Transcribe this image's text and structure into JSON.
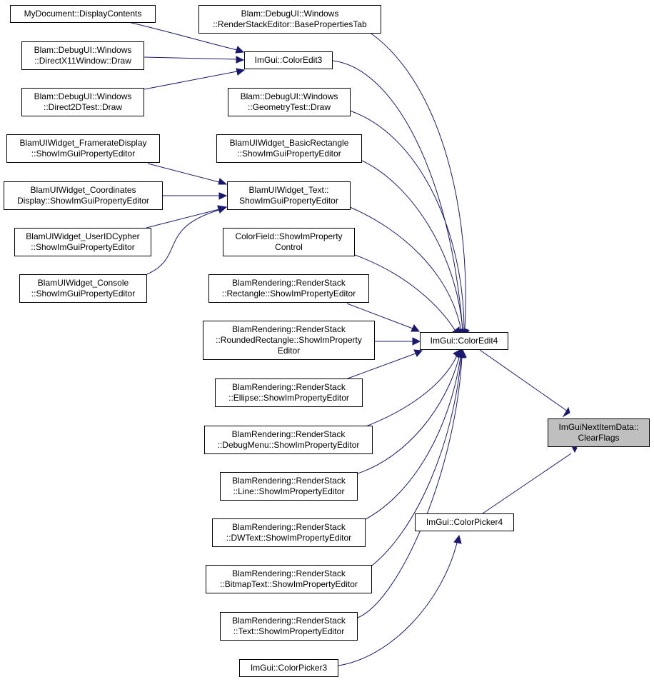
{
  "colors": {
    "edge": "#191970",
    "focus_fill": "#bfbfbf",
    "node_fill": "#ffffff",
    "node_border": "#000000"
  },
  "nodes": [
    {
      "id": "my_document_display_contents",
      "label": "MyDocument::DisplayContents"
    },
    {
      "id": "directx11_window_draw",
      "label": "Blam::DebugUI::Windows\n::DirectX11Window::Draw"
    },
    {
      "id": "direct2d_test_draw",
      "label": "Blam::DebugUI::Windows\n::Direct2DTest::Draw"
    },
    {
      "id": "framerate_display_editor",
      "label": "BlamUIWidget_FramerateDisplay\n::ShowImGuiPropertyEditor"
    },
    {
      "id": "coordinates_display_editor",
      "label": "BlamUIWidget_Coordinates\nDisplay::ShowImGuiPropertyEditor"
    },
    {
      "id": "userid_cypher_editor",
      "label": "BlamUIWidget_UserIDCypher\n::ShowImGuiPropertyEditor"
    },
    {
      "id": "console_editor",
      "label": "BlamUIWidget_Console\n::ShowImGuiPropertyEditor"
    },
    {
      "id": "base_properties_tab",
      "label": "Blam::DebugUI::Windows\n::RenderStackEditor::BasePropertiesTab"
    },
    {
      "id": "color_edit3",
      "label": "ImGui::ColorEdit3"
    },
    {
      "id": "geometry_test_draw",
      "label": "Blam::DebugUI::Windows\n::GeometryTest::Draw"
    },
    {
      "id": "basic_rectangle_editor",
      "label": "BlamUIWidget_BasicRectangle\n::ShowImGuiPropertyEditor"
    },
    {
      "id": "text_widget_editor",
      "label": "BlamUIWidget_Text::\nShowImGuiPropertyEditor"
    },
    {
      "id": "color_field_control",
      "label": "ColorField::ShowImProperty\nControl"
    },
    {
      "id": "rs_rectangle_editor",
      "label": "BlamRendering::RenderStack\n::Rectangle::ShowImPropertyEditor"
    },
    {
      "id": "rs_rounded_rectangle_editor",
      "label": "BlamRendering::RenderStack\n::RoundedRectangle::ShowImProperty\nEditor"
    },
    {
      "id": "rs_ellipse_editor",
      "label": "BlamRendering::RenderStack\n::Ellipse::ShowImPropertyEditor"
    },
    {
      "id": "rs_debug_menu_editor",
      "label": "BlamRendering::RenderStack\n::DebugMenu::ShowImPropertyEditor"
    },
    {
      "id": "rs_line_editor",
      "label": "BlamRendering::RenderStack\n::Line::ShowImPropertyEditor"
    },
    {
      "id": "rs_dwtext_editor",
      "label": "BlamRendering::RenderStack\n::DWText::ShowImPropertyEditor"
    },
    {
      "id": "rs_bitmap_text_editor",
      "label": "BlamRendering::RenderStack\n::BitmapText::ShowImPropertyEditor"
    },
    {
      "id": "rs_text_editor",
      "label": "BlamRendering::RenderStack\n::Text::ShowImPropertyEditor"
    },
    {
      "id": "color_picker3",
      "label": "ImGui::ColorPicker3"
    },
    {
      "id": "color_edit4",
      "label": "ImGui::ColorEdit4"
    },
    {
      "id": "color_picker4",
      "label": "ImGui::ColorPicker4"
    },
    {
      "id": "clear_flags",
      "label": "ImGuiNextItemData::\nClearFlags",
      "focus": true
    }
  ],
  "edges": [
    {
      "from": "color_edit4",
      "to": "clear_flags"
    },
    {
      "from": "color_picker4",
      "to": "clear_flags"
    },
    {
      "from": "color_edit3",
      "to": "color_edit4"
    },
    {
      "from": "text_widget_editor",
      "to": "color_edit4"
    },
    {
      "from": "base_properties_tab",
      "to": "color_edit4"
    },
    {
      "from": "geometry_test_draw",
      "to": "color_edit4"
    },
    {
      "from": "basic_rectangle_editor",
      "to": "color_edit4"
    },
    {
      "from": "color_field_control",
      "to": "color_edit4"
    },
    {
      "from": "rs_rectangle_editor",
      "to": "color_edit4"
    },
    {
      "from": "rs_rounded_rectangle_editor",
      "to": "color_edit4"
    },
    {
      "from": "rs_ellipse_editor",
      "to": "color_edit4"
    },
    {
      "from": "rs_debug_menu_editor",
      "to": "color_edit4"
    },
    {
      "from": "rs_line_editor",
      "to": "color_edit4"
    },
    {
      "from": "rs_dwtext_editor",
      "to": "color_edit4"
    },
    {
      "from": "rs_bitmap_text_editor",
      "to": "color_edit4"
    },
    {
      "from": "rs_text_editor",
      "to": "color_edit4"
    },
    {
      "from": "color_picker3",
      "to": "color_picker4"
    },
    {
      "from": "my_document_display_contents",
      "to": "color_edit3"
    },
    {
      "from": "directx11_window_draw",
      "to": "color_edit3"
    },
    {
      "from": "direct2d_test_draw",
      "to": "color_edit3"
    },
    {
      "from": "framerate_display_editor",
      "to": "text_widget_editor"
    },
    {
      "from": "coordinates_display_editor",
      "to": "text_widget_editor"
    },
    {
      "from": "userid_cypher_editor",
      "to": "text_widget_editor"
    },
    {
      "from": "console_editor",
      "to": "text_widget_editor"
    }
  ]
}
